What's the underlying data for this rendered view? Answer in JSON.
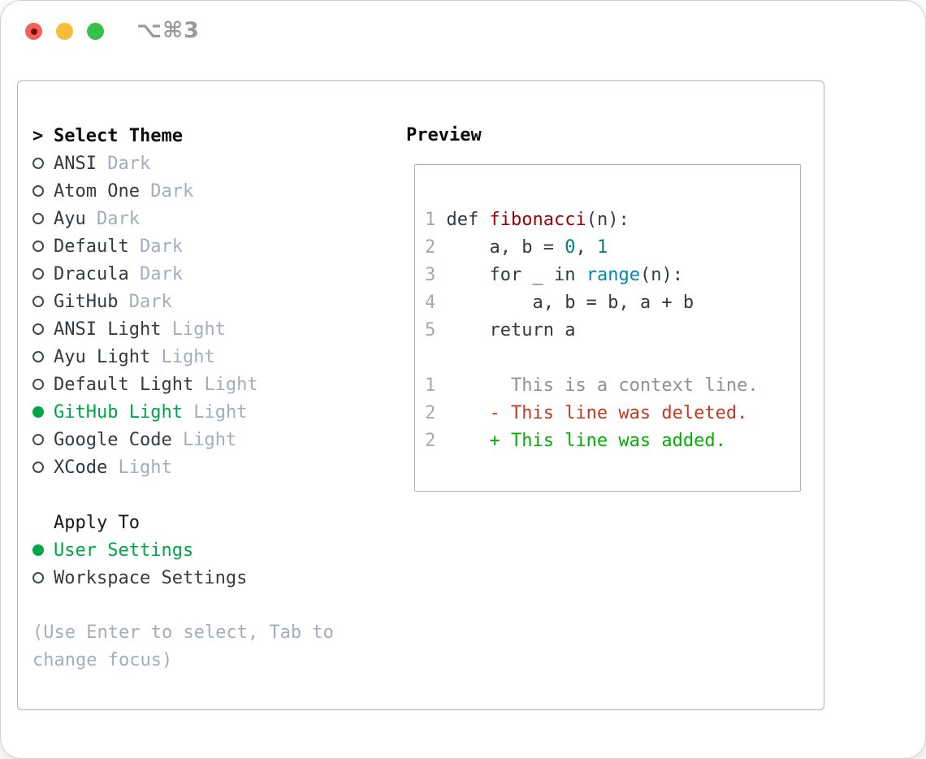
{
  "window": {
    "title": "⌥⌘3",
    "traffic_lights": [
      {
        "name": "close"
      },
      {
        "name": "minimize"
      },
      {
        "name": "zoom"
      }
    ]
  },
  "theme_panel": {
    "header_prefix": ">",
    "header_label": "Select Theme",
    "themes": [
      {
        "name": "ANSI",
        "tag": "Dark",
        "selected": false
      },
      {
        "name": "Atom One",
        "tag": "Dark",
        "selected": false
      },
      {
        "name": "Ayu",
        "tag": "Dark",
        "selected": false
      },
      {
        "name": "Default",
        "tag": "Dark",
        "selected": false
      },
      {
        "name": "Dracula",
        "tag": "Dark",
        "selected": false
      },
      {
        "name": "GitHub",
        "tag": "Dark",
        "selected": false
      },
      {
        "name": "ANSI Light",
        "tag": "Light",
        "selected": false
      },
      {
        "name": "Ayu Light",
        "tag": "Light",
        "selected": false
      },
      {
        "name": "Default Light",
        "tag": "Light",
        "selected": false
      },
      {
        "name": "GitHub Light",
        "tag": "Light",
        "selected": true
      },
      {
        "name": "Google Code",
        "tag": "Light",
        "selected": false
      },
      {
        "name": "XCode",
        "tag": "Light",
        "selected": false
      }
    ],
    "apply_to": {
      "label": "Apply To",
      "options": [
        {
          "name": "User Settings",
          "selected": true
        },
        {
          "name": "Workspace Settings",
          "selected": false
        }
      ]
    },
    "help_text": "(Use Enter to select, Tab to change focus)"
  },
  "preview": {
    "title": "Preview",
    "lines": [
      {
        "no": "1",
        "segments": [
          {
            "t": "def ",
            "c": "kw"
          },
          {
            "t": "fibonacci",
            "c": "fn"
          },
          {
            "t": "(n):",
            "c": "pl"
          }
        ]
      },
      {
        "no": "2",
        "segments": [
          {
            "t": "    a, b = ",
            "c": "pl"
          },
          {
            "t": "0",
            "c": "num"
          },
          {
            "t": ", ",
            "c": "pl"
          },
          {
            "t": "1",
            "c": "num"
          }
        ]
      },
      {
        "no": "3",
        "segments": [
          {
            "t": "    ",
            "c": "pl"
          },
          {
            "t": "for",
            "c": "kw"
          },
          {
            "t": " _ ",
            "c": "pl"
          },
          {
            "t": "in",
            "c": "kw"
          },
          {
            "t": " ",
            "c": "pl"
          },
          {
            "t": "range",
            "c": "bi"
          },
          {
            "t": "(n):",
            "c": "pl"
          }
        ]
      },
      {
        "no": "4",
        "segments": [
          {
            "t": "        a, b = b, a + b",
            "c": "pl"
          }
        ]
      },
      {
        "no": "5",
        "segments": [
          {
            "t": "    ",
            "c": "pl"
          },
          {
            "t": "return",
            "c": "kw"
          },
          {
            "t": " a",
            "c": "pl"
          }
        ]
      },
      {
        "no": "",
        "segments": []
      },
      {
        "no": "1",
        "segments": [
          {
            "t": "      This is a context line.",
            "c": "ctx"
          }
        ]
      },
      {
        "no": "2",
        "segments": [
          {
            "t": "    - This line was deleted.",
            "c": "del"
          }
        ]
      },
      {
        "no": "2",
        "segments": [
          {
            "t": "    + This line was added.",
            "c": "add"
          }
        ]
      }
    ]
  },
  "colors": {
    "accent_green": "#00a646",
    "add_green": "#00b100",
    "del_red": "#c33a22",
    "fn_red": "#990000",
    "num_teal": "#008080",
    "bi_blue": "#0086b3",
    "ink": "#333a41",
    "muted": "#a4adbb",
    "ln": "#a0a9b6",
    "ctx": "#8b929c",
    "border": "#a9b2bd"
  }
}
